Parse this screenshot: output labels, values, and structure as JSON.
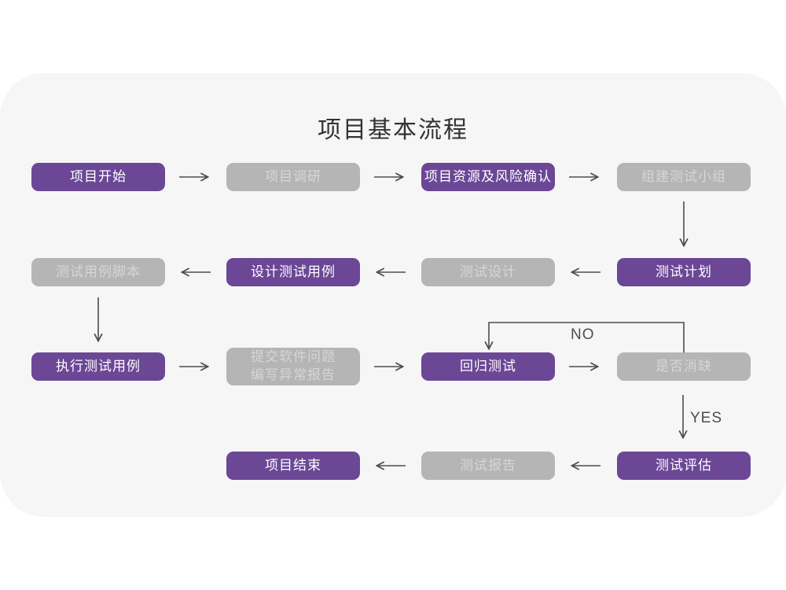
{
  "title": "项目基本流程",
  "colors": {
    "page_bg": "#ffffff",
    "panel_bg": "#f6f6f7",
    "title_text": "#333333",
    "accent": "#6b4796",
    "node_gray": "#b5b5b5",
    "node_text_white": "#ffffff",
    "node_text_light": "#d6d6d6",
    "arrow": "#4d4d4d"
  },
  "nodes": [
    {
      "id": "project-start",
      "label": "项目开始",
      "variant": "purple"
    },
    {
      "id": "project-research",
      "label": "项目调研",
      "variant": "gray"
    },
    {
      "id": "resource-risk-confirm",
      "label": "项目资源及风险确认",
      "variant": "purple"
    },
    {
      "id": "build-test-team",
      "label": "组建测试小组",
      "variant": "gray"
    },
    {
      "id": "test-case-scripts",
      "label": "测试用例脚本",
      "variant": "gray"
    },
    {
      "id": "design-test-cases",
      "label": "设计测试用例",
      "variant": "purple"
    },
    {
      "id": "test-design",
      "label": "测试设计",
      "variant": "gray"
    },
    {
      "id": "test-plan",
      "label": "测试计划",
      "variant": "purple"
    },
    {
      "id": "execute-test-cases",
      "label": "执行测试用例",
      "variant": "purple"
    },
    {
      "id": "submit-issue-report",
      "label": "提交软件问题\n编写异常报告",
      "variant": "gray"
    },
    {
      "id": "regression-test",
      "label": "回归测试",
      "variant": "purple"
    },
    {
      "id": "defect-cleared",
      "label": "是否消缺",
      "variant": "gray"
    },
    {
      "id": "project-end",
      "label": "项目结束",
      "variant": "purple"
    },
    {
      "id": "test-report",
      "label": "测试报告",
      "variant": "gray"
    },
    {
      "id": "test-evaluation",
      "label": "测试评估",
      "variant": "purple"
    }
  ],
  "decision_labels": {
    "no": "NO",
    "yes": "YES"
  },
  "edges": [
    {
      "from": "project-start",
      "to": "project-research"
    },
    {
      "from": "project-research",
      "to": "resource-risk-confirm"
    },
    {
      "from": "resource-risk-confirm",
      "to": "build-test-team"
    },
    {
      "from": "build-test-team",
      "to": "test-plan"
    },
    {
      "from": "test-plan",
      "to": "test-design"
    },
    {
      "from": "test-design",
      "to": "design-test-cases"
    },
    {
      "from": "design-test-cases",
      "to": "test-case-scripts"
    },
    {
      "from": "test-case-scripts",
      "to": "execute-test-cases"
    },
    {
      "from": "execute-test-cases",
      "to": "submit-issue-report"
    },
    {
      "from": "submit-issue-report",
      "to": "regression-test"
    },
    {
      "from": "regression-test",
      "to": "defect-cleared"
    },
    {
      "from": "defect-cleared",
      "to": "regression-test",
      "label": "NO"
    },
    {
      "from": "defect-cleared",
      "to": "test-evaluation",
      "label": "YES"
    },
    {
      "from": "test-evaluation",
      "to": "test-report"
    },
    {
      "from": "test-report",
      "to": "project-end"
    }
  ]
}
